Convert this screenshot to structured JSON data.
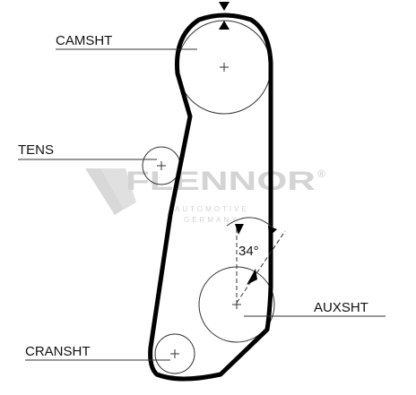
{
  "watermark": {
    "brand": "FLENNOR",
    "registered": "®",
    "line1": "AUTOMOTIVE",
    "line2": "GERMANY"
  },
  "labels": {
    "camshaft": "CAMSHT",
    "tensioner": "TENS",
    "auxiliary": "AUXSHT",
    "crankshaft": "CRANSHT"
  },
  "angle": {
    "value": "34°"
  },
  "colors": {
    "belt": "#000000",
    "line": "#333333",
    "watermark": "#d4d4d4"
  }
}
